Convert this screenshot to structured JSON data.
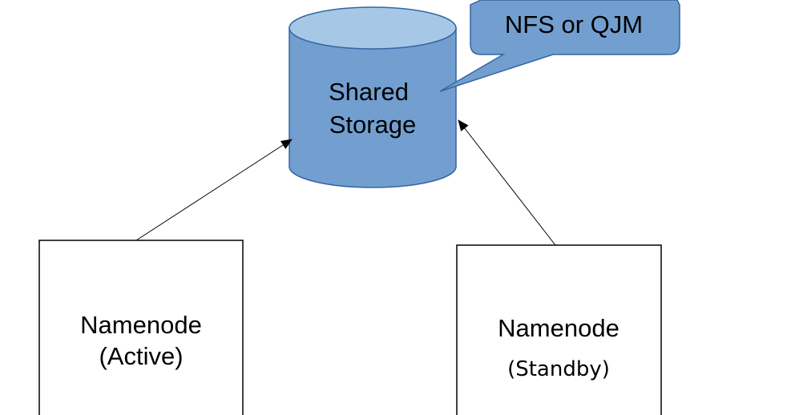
{
  "storage": {
    "line1": "Shared",
    "line2": "Storage",
    "fill_color": "#729fcf",
    "top_color": "#a7c7e7",
    "stroke_color": "#3465a4"
  },
  "callout": {
    "text": "NFS or QJM",
    "fill_color": "#729fcf",
    "stroke_color": "#3465a4"
  },
  "namenode_active": {
    "line1": "Namenode",
    "line2": "(Active)"
  },
  "namenode_standby": {
    "line1": "Namenode",
    "line2": "(Standby)"
  }
}
